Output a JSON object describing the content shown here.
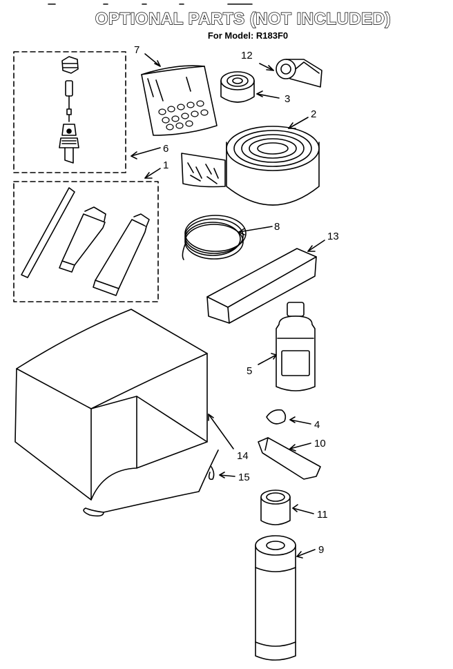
{
  "header": {
    "title": "OPTIONAL PARTS (NOT INCLUDED)",
    "subtitle": "For Model: R183F0"
  },
  "callouts": {
    "c1": "1",
    "c2": "2",
    "c3": "3",
    "c4": "4",
    "c5": "5",
    "c6": "6",
    "c7": "7",
    "c8": "8",
    "c9": "9",
    "c10": "10",
    "c11": "11",
    "c12": "12",
    "c13": "13",
    "c14": "14",
    "c15": "15"
  }
}
